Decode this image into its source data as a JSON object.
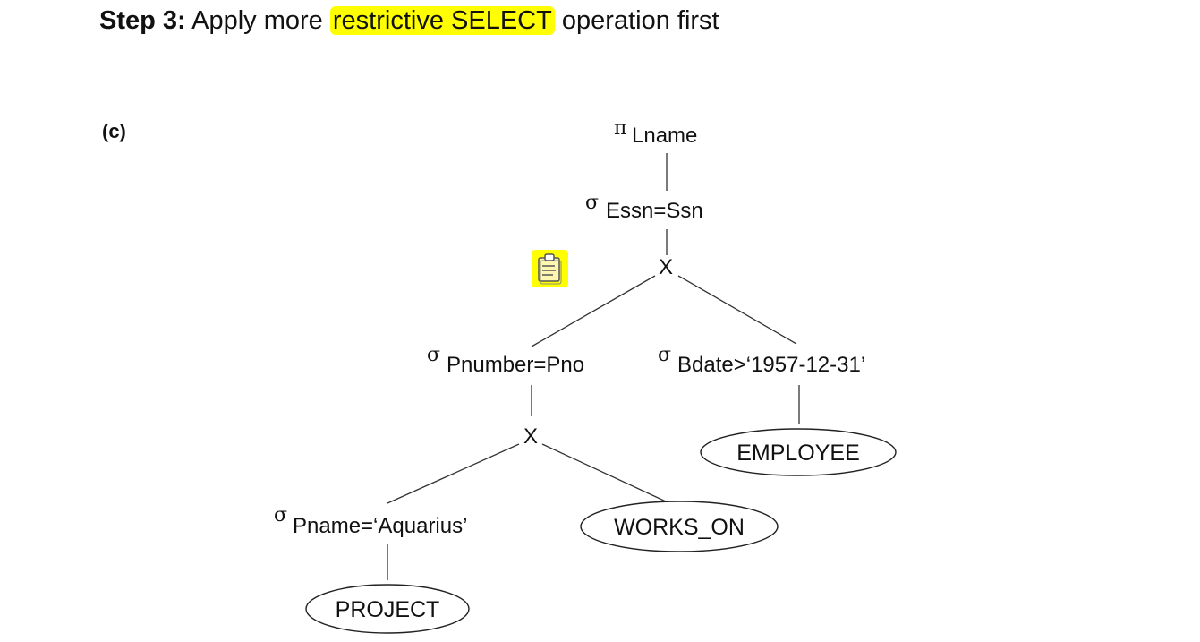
{
  "heading": {
    "step_label": "Step 3:",
    "text_before": " Apply more",
    "highlight": "restrictive SELECT",
    "text_after": "operation first",
    "highlight_color": "#ffff00"
  },
  "figure_label": "(c)",
  "note_icon": "clipboard-note-icon",
  "tree": {
    "project": {
      "symbol": "π",
      "attr": "Lname"
    },
    "select_essn": {
      "symbol": "σ",
      "condition": "Essn=Ssn"
    },
    "cross_top": "X",
    "select_pnumber": {
      "symbol": "σ",
      "condition": "Pnumber=Pno"
    },
    "select_bdate": {
      "symbol": "σ",
      "condition": "Bdate>‘1957-12-31’"
    },
    "cross_left": "X",
    "select_pname": {
      "symbol": "σ",
      "condition": "Pname=‘Aquarius’"
    },
    "rel_employee": "EMPLOYEE",
    "rel_works_on": "WORKS_ON",
    "rel_project": "PROJECT"
  }
}
